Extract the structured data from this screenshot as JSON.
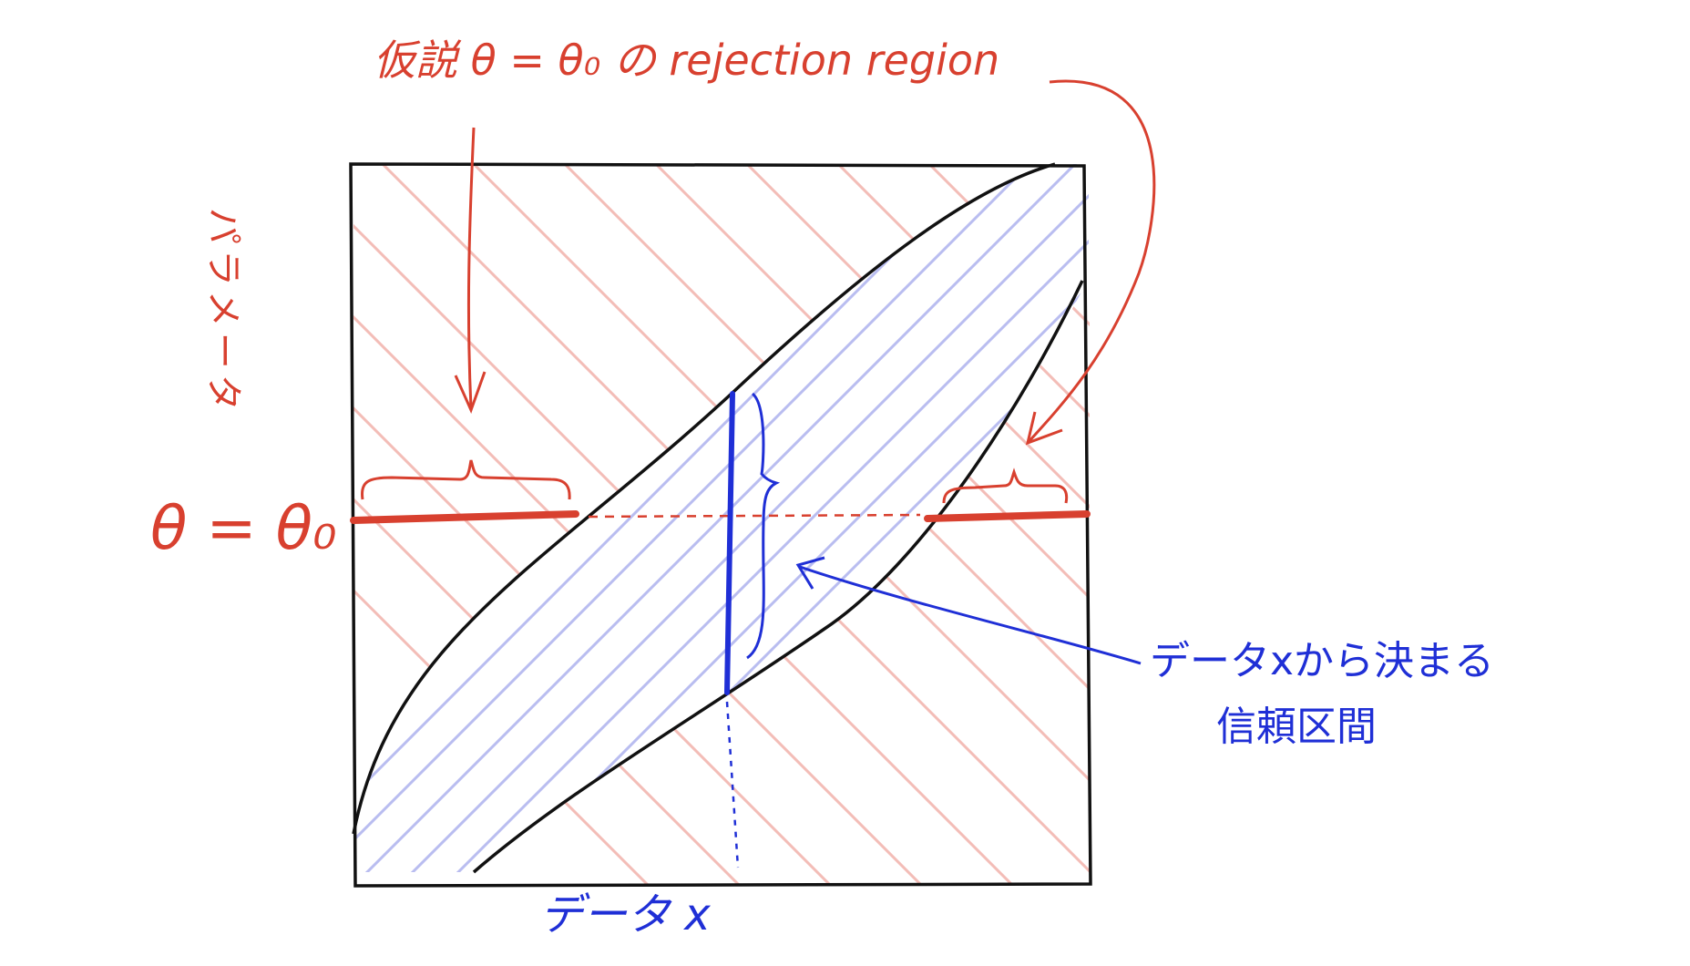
{
  "colors": {
    "red": "#d8402f",
    "red_hatch": "#f2b6b0",
    "blue": "#1f2fd6",
    "blue_hatch": "#b9bdf0",
    "black": "#111111"
  },
  "labels": {
    "rejection_region": "仮説 θ = θ₀ の rejection region",
    "parameter_axis": "パラメータ",
    "theta_eq_theta0": "θ = θ₀",
    "data_axis": "データ x",
    "ci_line1": "データxから決まる",
    "ci_line2": "信頼区間"
  }
}
